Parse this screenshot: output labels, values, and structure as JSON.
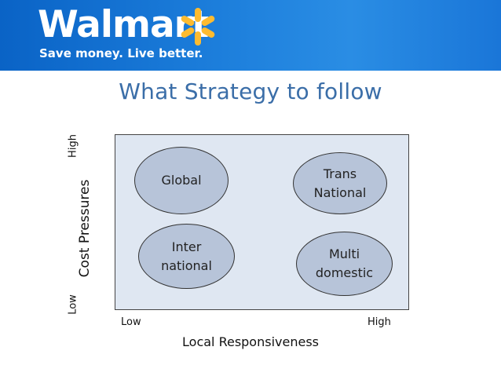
{
  "header": {
    "logo_text": "Walmart",
    "tagline": "Save money. Live better.",
    "colors": {
      "banner": "#1a76d8",
      "spark": "#fdbb30"
    }
  },
  "title": "What Strategy to follow",
  "matrix": {
    "y_axis": {
      "title": "Cost Pressures",
      "high": "High",
      "low": "Low"
    },
    "x_axis": {
      "title": "Local Responsiveness",
      "low": "Low",
      "high": "High"
    },
    "quadrants": {
      "top_left": [
        "Global"
      ],
      "top_right": [
        "Trans",
        "National"
      ],
      "bottom_left": [
        "Inter",
        "national"
      ],
      "bottom_right": [
        "Multi",
        "domestic"
      ]
    }
  }
}
